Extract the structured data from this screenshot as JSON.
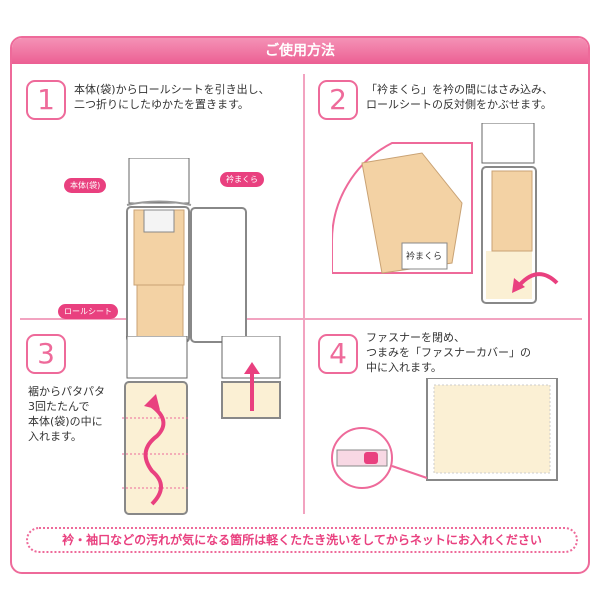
{
  "title": "ご使用方法",
  "steps": [
    {
      "number": "1",
      "text": "本体(袋)からロールシートを引き出し、\n二つ折りにしたゆかたを置きます。",
      "labels": {
        "body": "本体(袋)",
        "pillow": "衿まくら",
        "sheet": "ロールシート"
      }
    },
    {
      "number": "2",
      "text": "「衿まくら」を衿の間にはさみ込み、\nロールシートの反対側をかぶせます。",
      "labels": {
        "pillow": "衿まくら"
      }
    },
    {
      "number": "3",
      "text": "裾からパタパタ\n3回たたんで\n本体(袋)の中に\n入れます。"
    },
    {
      "number": "4",
      "text": "ファスナーを閉め、\nつまみを「ファスナーカバー」の\n中に入れます。"
    }
  ],
  "note": "衿・袖口などの汚れが気になる箇所は軽くたたき洗いをしてからネットにお入れください",
  "colors": {
    "accent": "#e9407f",
    "sheet": "#f3d2a4",
    "fold": "#fbf0d4"
  }
}
